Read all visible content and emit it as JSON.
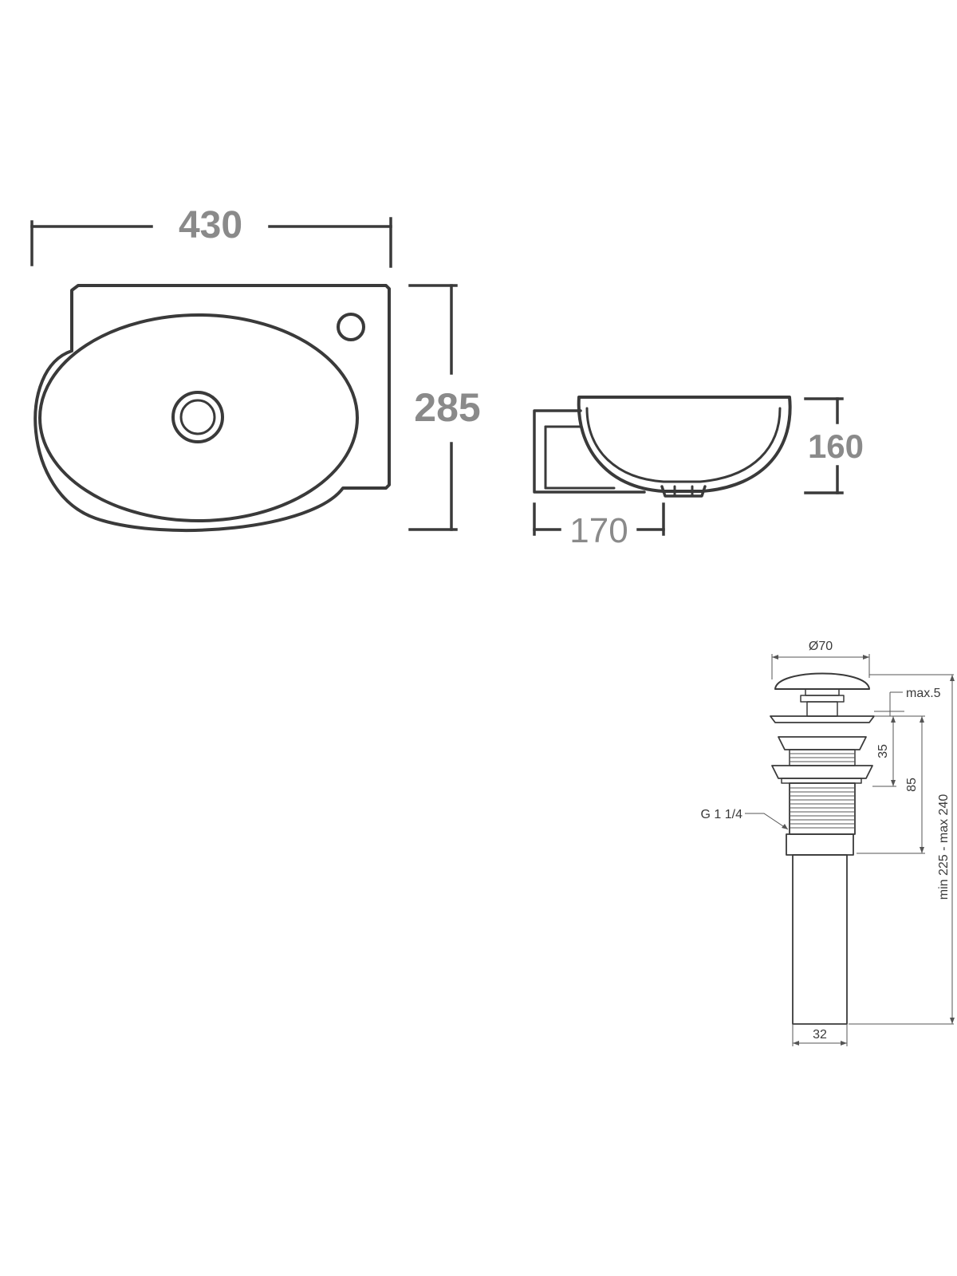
{
  "basin_top_view": {
    "width_label": "430",
    "depth_label": "285"
  },
  "basin_side_view": {
    "height_label": "160",
    "wall_offset_label": "170"
  },
  "drain_detail": {
    "cap_diameter_label": "Ø70",
    "max_gap_label": "max.5",
    "thread_height_label": "35",
    "body_height_label": "85",
    "thread_label": "G 1 1/4",
    "total_length_label": "min 225 - max 240",
    "pipe_diameter_label": "32"
  },
  "colors": {
    "drawing_line": "#3a3a3a",
    "dimension_text": "#8a8a8a"
  }
}
